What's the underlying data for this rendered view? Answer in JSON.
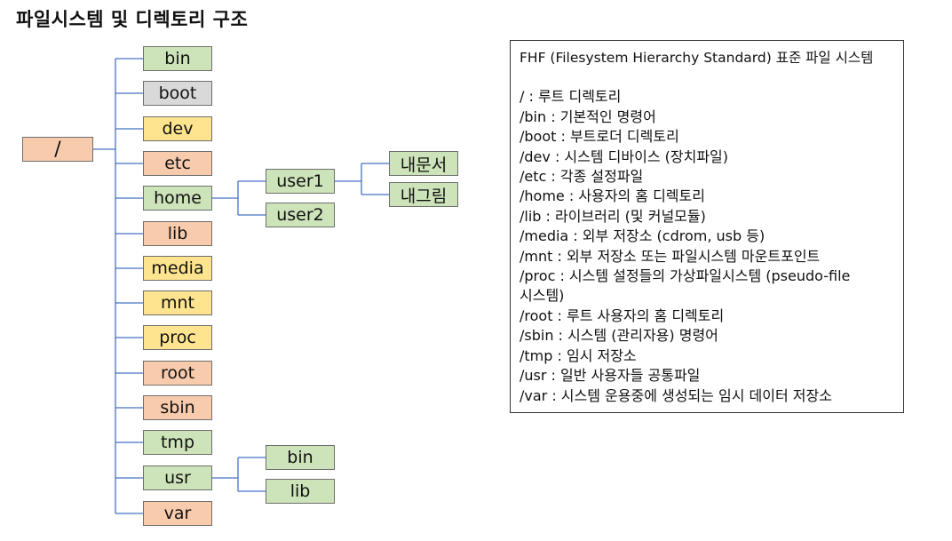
{
  "title": "파일시스템 및 디렉토리 구조",
  "tree": {
    "root": "/",
    "level1": [
      "bin",
      "boot",
      "dev",
      "etc",
      "home",
      "lib",
      "media",
      "mnt",
      "proc",
      "root",
      "sbin",
      "tmp",
      "usr",
      "var"
    ],
    "home_children": [
      "user1",
      "user2"
    ],
    "user1_children": [
      "내문서",
      "내그림"
    ],
    "usr_children": [
      "bin",
      "lib"
    ]
  },
  "colors": {
    "green": "#cde3b9",
    "salmon": "#f8cbad",
    "yellow": "#fee48f",
    "gray": "#d9d9d9",
    "line": "#4472c4"
  },
  "description": {
    "heading": "FHF (Filesystem Hierarchy Standard)  표준 파일 시스템",
    "lines": [
      "/ : 루트 디렉토리",
      "/bin : 기본적인 명령어",
      "/boot : 부트로더 디렉토리",
      "/dev : 시스템 디바이스 (장치파일)",
      "/etc : 각종 설정파일",
      "/home : 사용자의 홈 디렉토리",
      "/lib : 라이브러리 (및 커널모듈)",
      "/media : 외부 저장소 (cdrom, usb 등)",
      "/mnt : 외부 저장소 또는 파일시스템 마운트포인트",
      "/proc : 시스템 설정들의 가상파일시스템 (pseudo-file",
      "시스템)",
      "/root : 루트 사용자의 홈 디렉토리",
      "/sbin : 시스템 (관리자용) 명령어",
      "/tmp : 임시 저장소",
      "/usr : 일반 사용자들 공통파일",
      "/var : 시스템 운용중에 생성되는 임시 데이터 저장소"
    ]
  }
}
